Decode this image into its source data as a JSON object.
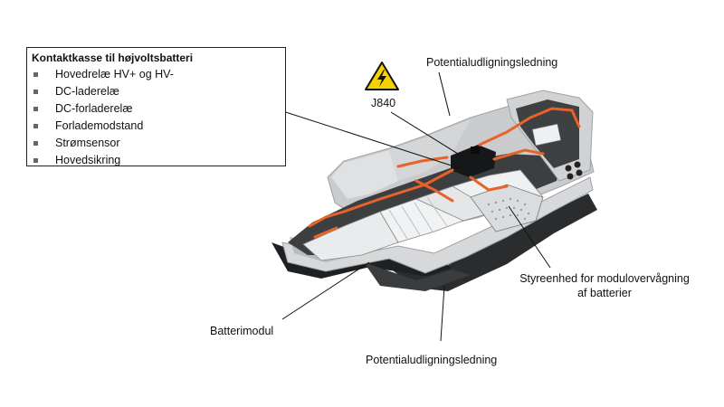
{
  "infobox": {
    "title": "Kontaktkasse til højvoltsbatteri",
    "items": [
      "Hovedrelæ HV+ og HV-",
      "DC-laderelæ",
      "DC-forladerelæ",
      "Forlademodstand",
      "Strømsensor",
      "Hovedsikring"
    ]
  },
  "labels": {
    "potential_top": "Potentialudligningsledning",
    "j840": "J840",
    "control_unit_line1": "Styreenhed for modulovervågning",
    "control_unit_line2": "af batterier",
    "battery_module": "Batterimodul",
    "potential_bottom": "Potentialudligningsledning"
  },
  "colors": {
    "warning_yellow": "#f5d200",
    "cable_orange": "#e8632a",
    "housing_grey": "#c9cbcd",
    "tray_dark": "#2a2c2e"
  },
  "icons": {
    "warning": "high-voltage-warning-icon"
  }
}
